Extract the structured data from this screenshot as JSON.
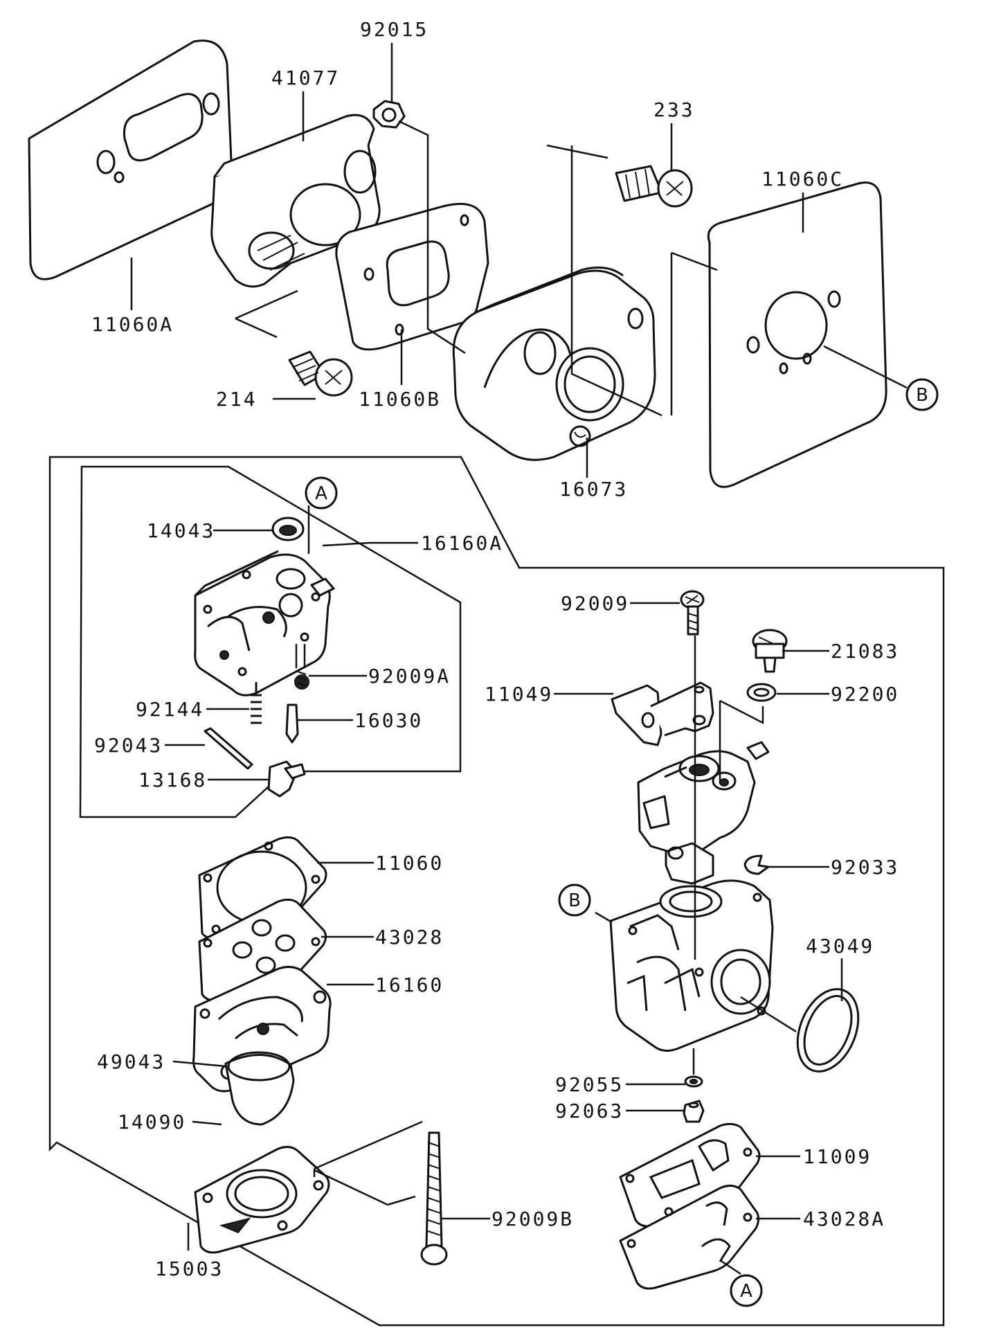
{
  "parts": {
    "p_11060A": "11060A",
    "p_41077": "41077",
    "p_92015": "92015",
    "p_233": "233",
    "p_11060C": "11060C",
    "p_214": "214",
    "p_11060B": "11060B",
    "p_16073": "16073",
    "p_14043": "14043",
    "p_16160A": "16160A",
    "p_92009A": "92009A",
    "p_92144": "92144",
    "p_16030": "16030",
    "p_92043": "92043",
    "p_13168": "13168",
    "p_92009": "92009",
    "p_21083": "21083",
    "p_11049": "11049",
    "p_92200": "92200",
    "p_92033": "92033",
    "p_11060": "11060",
    "p_43028": "43028",
    "p_16160": "16160",
    "p_43049": "43049",
    "p_49043": "49043",
    "p_92055": "92055",
    "p_92063": "92063",
    "p_14090": "14090",
    "p_11009": "11009",
    "p_43028A": "43028A",
    "p_92009B": "92009B",
    "p_15003": "15003"
  },
  "refs": {
    "ref_a_top": "A",
    "ref_a_bottom": "A",
    "ref_b_right": "B",
    "ref_b_left": "B"
  }
}
